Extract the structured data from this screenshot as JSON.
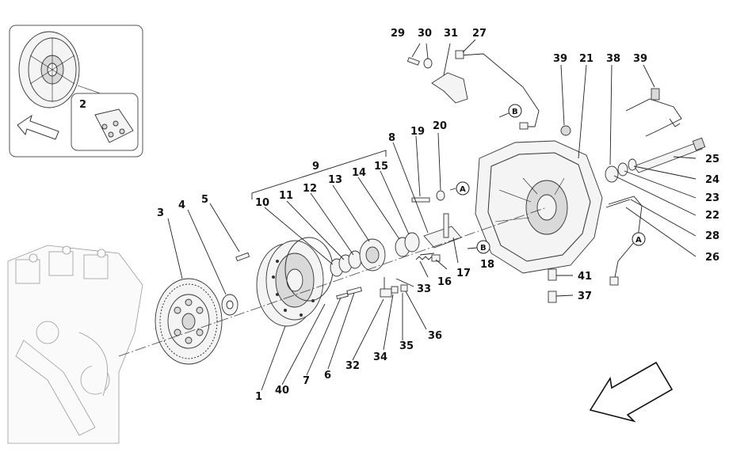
{
  "callouts": [
    {
      "id": "c1",
      "text": "1"
    },
    {
      "id": "c2",
      "text": "2"
    },
    {
      "id": "c3",
      "text": "3"
    },
    {
      "id": "c4",
      "text": "4"
    },
    {
      "id": "c5",
      "text": "5"
    },
    {
      "id": "c6",
      "text": "6"
    },
    {
      "id": "c7",
      "text": "7"
    },
    {
      "id": "c8",
      "text": "8"
    },
    {
      "id": "c9",
      "text": "9"
    },
    {
      "id": "c10",
      "text": "10"
    },
    {
      "id": "c11",
      "text": "11"
    },
    {
      "id": "c12",
      "text": "12"
    },
    {
      "id": "c13",
      "text": "13"
    },
    {
      "id": "c14",
      "text": "14"
    },
    {
      "id": "c15",
      "text": "15"
    },
    {
      "id": "c16",
      "text": "16"
    },
    {
      "id": "c17",
      "text": "17"
    },
    {
      "id": "c18",
      "text": "18"
    },
    {
      "id": "c19",
      "text": "19"
    },
    {
      "id": "c20",
      "text": "20"
    },
    {
      "id": "c21",
      "text": "21"
    },
    {
      "id": "c22",
      "text": "22"
    },
    {
      "id": "c23",
      "text": "23"
    },
    {
      "id": "c24",
      "text": "24"
    },
    {
      "id": "c25",
      "text": "25"
    },
    {
      "id": "c26",
      "text": "26"
    },
    {
      "id": "c27",
      "text": "27"
    },
    {
      "id": "c28",
      "text": "28"
    },
    {
      "id": "c29",
      "text": "29"
    },
    {
      "id": "c30",
      "text": "30"
    },
    {
      "id": "c31",
      "text": "31"
    },
    {
      "id": "c32",
      "text": "32"
    },
    {
      "id": "c33",
      "text": "33"
    },
    {
      "id": "c34",
      "text": "34"
    },
    {
      "id": "c35",
      "text": "35"
    },
    {
      "id": "c36",
      "text": "36"
    },
    {
      "id": "c37",
      "text": "37"
    },
    {
      "id": "c39a",
      "text": "39"
    },
    {
      "id": "c39b",
      "text": "39"
    },
    {
      "id": "c40",
      "text": "40"
    },
    {
      "id": "c41",
      "text": "41"
    },
    {
      "id": "c38",
      "text": "38"
    }
  ],
  "references": {
    "a1": "A",
    "a2": "A",
    "b1": "B",
    "b2": "B"
  },
  "colors": {
    "line": "#222222",
    "fill": "#f4f4f4",
    "shade": "#d9d9d9",
    "ghost": "#9a9a9a"
  },
  "icons": {
    "view_arrow": "direction-arrow-icon",
    "inset_arrow": "inset-arrow-icon"
  }
}
